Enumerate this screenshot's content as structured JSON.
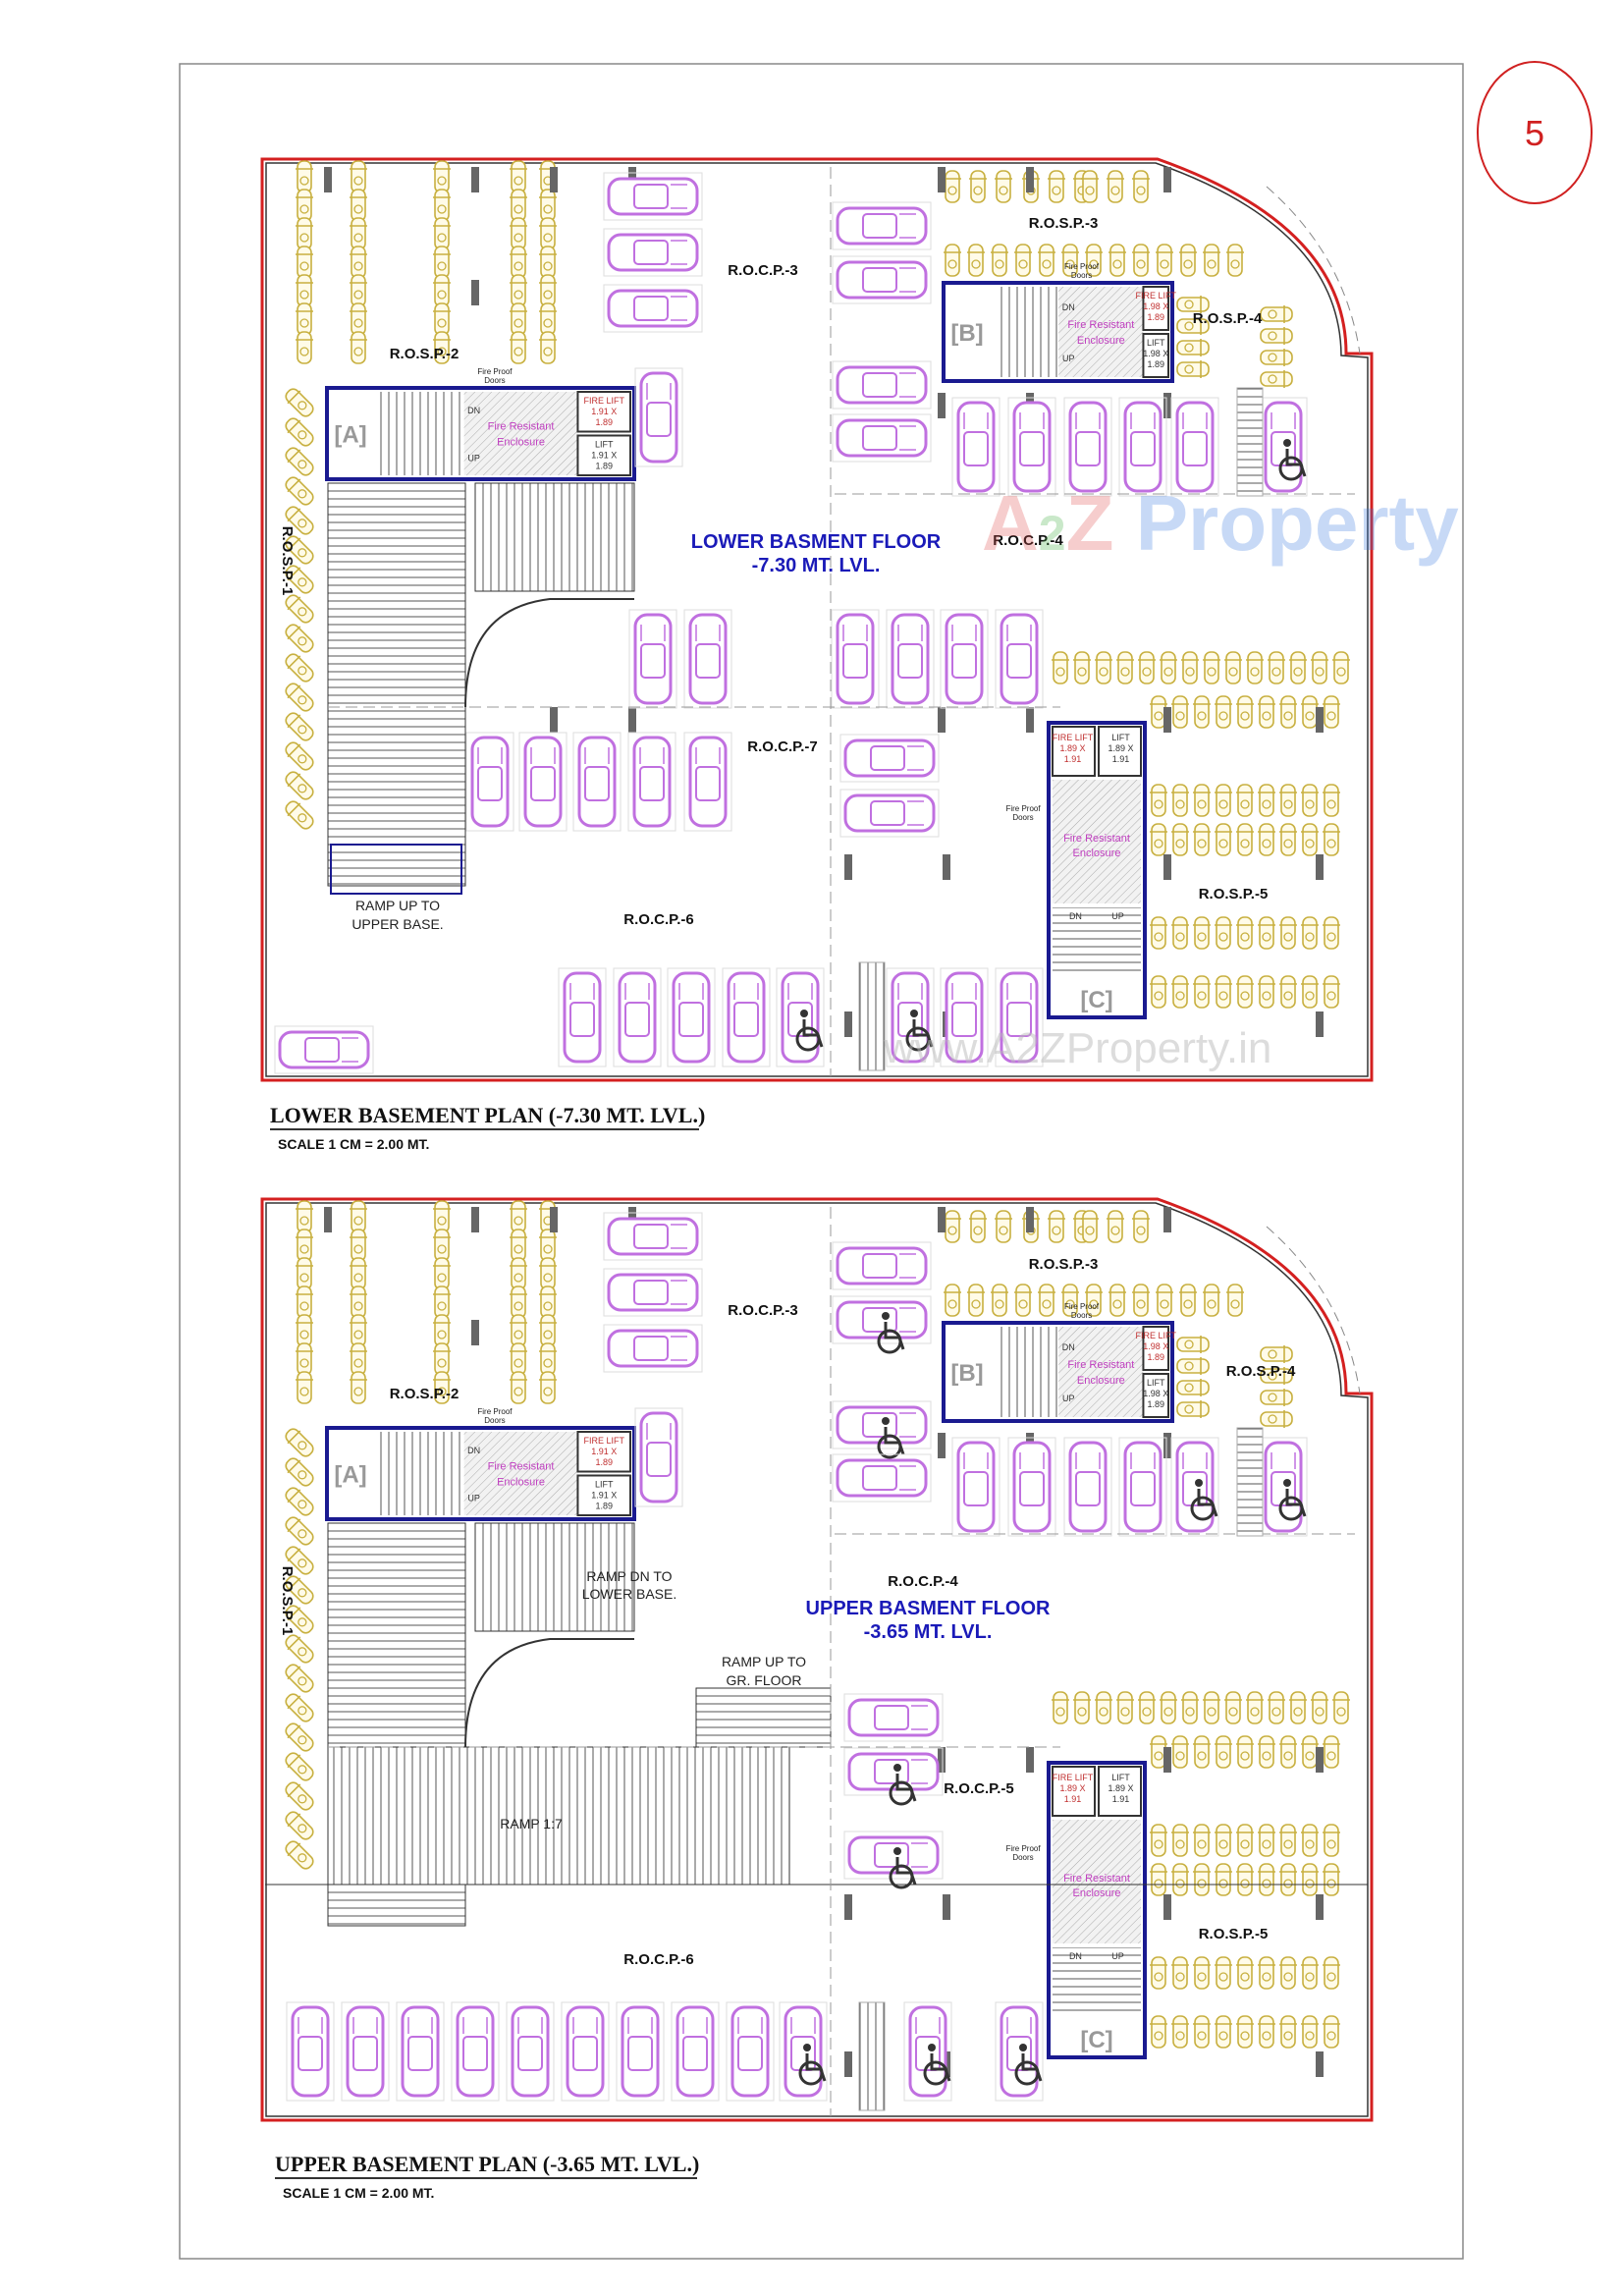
{
  "page_number": "5",
  "colors": {
    "boundary": "#d42020",
    "car": "#c070e0",
    "two_wheeler": "#c8b040",
    "core_outline": "#1a1a90",
    "floor_label": "#1a1ab8",
    "page_number": "#d02020"
  },
  "watermark": {
    "brand_a": "A",
    "brand_2": "2",
    "brand_z": "Z",
    "brand_rest": " Property",
    "url": "www.A2ZProperty.in"
  },
  "lower": {
    "title": "LOWER BASEMENT PLAN (-7.30 MT. LVL.)",
    "scale": "SCALE 1 CM = 2.00 MT.",
    "floor_name": "LOWER BASMENT FLOOR",
    "floor_level": "-7.30 MT. LVL.",
    "zones": {
      "rosp1": "R.O.S.P.-1",
      "rosp2": "R.O.S.P.-2",
      "rosp3": "R.O.S.P.-3",
      "rosp4": "R.O.S.P.-4",
      "rosp5": "R.O.S.P.-5",
      "rocp3": "R.O.C.P.-3",
      "rocp4": "R.O.C.P.-4",
      "rocp6": "R.O.C.P.-6",
      "rocp7": "R.O.C.P.-7"
    },
    "ramp_note": [
      "RAMP UP TO",
      "UPPER BASE."
    ],
    "cores": {
      "a": {
        "label": "[A]",
        "fire_lift": [
          "FIRE LIFT",
          "1.91 X",
          "1.89"
        ],
        "lift": [
          "LIFT",
          "1.91 X",
          "1.89"
        ]
      },
      "b": {
        "label": "[B]",
        "fire_lift": [
          "FIRE LIFT",
          "1.98 X",
          "1.89"
        ],
        "lift": [
          "LIFT",
          "1.98 X",
          "1.89"
        ]
      },
      "c": {
        "label": "[C]",
        "fire_lift": [
          "FIRE LIFT",
          "1.89 X",
          "1.91"
        ],
        "lift": [
          "LIFT",
          "1.89 X",
          "1.91"
        ]
      }
    }
  },
  "upper": {
    "title": "UPPER BASEMENT PLAN (-3.65 MT. LVL.)",
    "scale": "SCALE 1 CM = 2.00 MT.",
    "floor_name": "UPPER BASMENT FLOOR",
    "floor_level": "-3.65 MT. LVL.",
    "zones": {
      "rosp1": "R.O.S.P.-1",
      "rosp2": "R.O.S.P.-2",
      "rosp3": "R.O.S.P.-3",
      "rosp4": "R.O.S.P.-4",
      "rosp5": "R.O.S.P.-5",
      "rocp3": "R.O.C.P.-3",
      "rocp4": "R.O.C.P.-4",
      "rocp5": "R.O.C.P.-5",
      "rocp6": "R.O.C.P.-6"
    },
    "ramp_dn_note": [
      "RAMP DN TO",
      "LOWER BASE."
    ],
    "ramp_up_note": [
      "RAMP UP TO",
      "GR. FLOOR"
    ],
    "ramp_slope": "RAMP 1:7",
    "cores": {
      "a": {
        "label": "[A]",
        "fire_lift": [
          "FIRE LIFT",
          "1.91 X",
          "1.89"
        ],
        "lift": [
          "LIFT",
          "1.91 X",
          "1.89"
        ]
      },
      "b": {
        "label": "[B]",
        "fire_lift": [
          "FIRE LIFT",
          "1.98 X",
          "1.89"
        ],
        "lift": [
          "LIFT",
          "1.98 X",
          "1.89"
        ]
      },
      "c": {
        "label": "[C]",
        "fire_lift": [
          "FIRE LIFT",
          "1.89 X",
          "1.91"
        ],
        "lift": [
          "LIFT",
          "1.89 X",
          "1.91"
        ]
      }
    }
  },
  "core_common": {
    "enclosure": [
      "Fire Resistant",
      "Enclosure"
    ],
    "doors": [
      "Fire Proof",
      "Doors"
    ],
    "dn": "DN",
    "up": "UP"
  }
}
